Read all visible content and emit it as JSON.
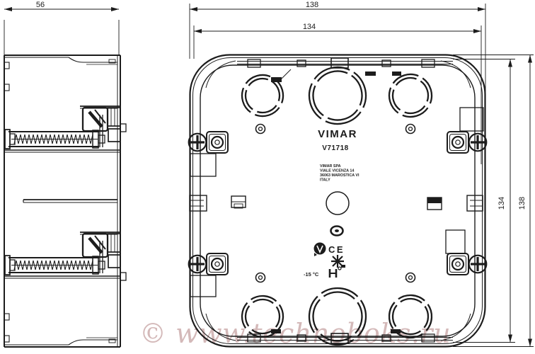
{
  "page": {
    "background": "#ffffff",
    "line_color": "#1c1c1c",
    "watermark_color": "rgba(176,128,128,0.55)"
  },
  "watermark": {
    "text": "© www.technoboks.ru"
  },
  "side_view": {
    "dim_width": "56"
  },
  "front_view": {
    "dim_outer_width": "138",
    "dim_inner_width": "134",
    "dim_inner_height": "134",
    "dim_outer_height": "138",
    "brand": "VIMAR",
    "part_number": "V71718",
    "address": [
      "VIMAR SPA",
      "VIALE VICENZA 14",
      "36063 MAROSTICA VI",
      "ITALY"
    ],
    "ce_mark": "CE",
    "min_temperature": "-15 °C",
    "icons": {
      "approval_oval": "imq-oval-badge",
      "quality_circle": "circle-quality-badge",
      "glow_wire": "glow-wire-starburst",
      "temp_symbol": "h-with-degree-symbol"
    }
  }
}
